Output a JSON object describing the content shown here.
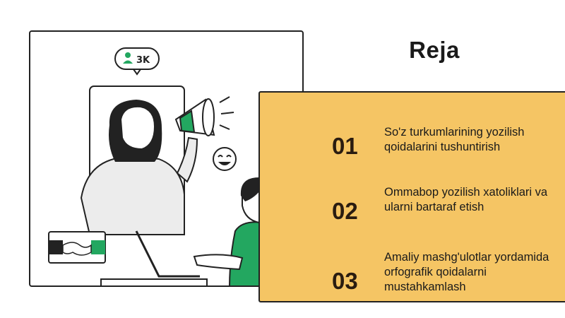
{
  "slide": {
    "title": "Reja",
    "followers_badge": "3K",
    "items": [
      {
        "number": "01",
        "text": "So'z turkumlarining yozilish qoidalarini tushuntirish"
      },
      {
        "number": "02",
        "text": "Ommabop yozilish xatoliklari va ularni bartaraf etish"
      },
      {
        "number": "03",
        "text": "Amaliy mashg'ulotlar yordamida orfografik qoidalarni mustahkamlash"
      }
    ]
  },
  "colors": {
    "panel": "#f5c564",
    "accent_green": "#23a760",
    "outline": "#222222"
  }
}
